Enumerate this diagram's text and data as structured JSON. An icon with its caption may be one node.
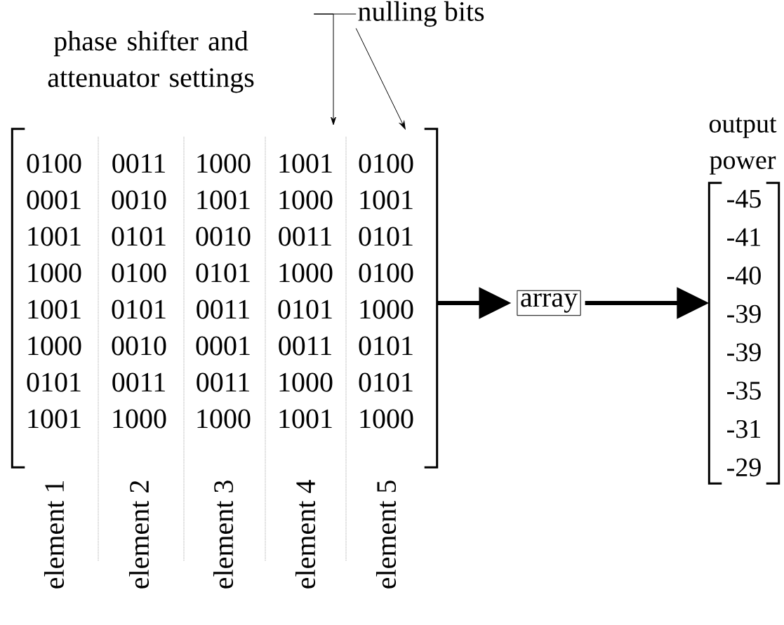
{
  "diagram": {
    "nodes": [
      {
        "text": [
          "phase shifter and attenuator settings"
        ]
      },
      {
        "text": [
          "0100 0001 1001 1000 1001 1000 0101 1001"
        ],
        "in": 0,
        "beside": [
          "element 1"
        ]
      },
      {
        "text": [
          "0011 0010 0101 0100 0101 0010 0011 1000"
        ],
        "in": 0,
        "beside": [
          "element 2"
        ]
      },
      {
        "text": [
          "1000 1001 0010 0101 0011 0001 0011 1000"
        ],
        "in": 0,
        "beside": [
          "element 3"
        ]
      },
      {
        "text": [
          "1001 1000 0011 1000 0101 0011 1000 1001"
        ],
        "in": 0,
        "beside": [
          "element 4"
        ]
      },
      {
        "text": [
          "0100 1001 0101 0100 1000 0101 0101 1000"
        ],
        "in": 0,
        "beside": [
          "element 5"
        ]
      },
      {
        "text": [
          "nulling bits"
        ]
      },
      {
        "text": [
          "array"
        ]
      },
      {
        "text": [
          "output power",
          "-45 -41 -40 -39 -39 -35 -31 -29"
        ]
      }
    ],
    "edges": [
      {
        "from": 6,
        "to": 4,
        "arrow": "to"
      },
      {
        "from": 6,
        "to": 5,
        "arrow": "to"
      },
      {
        "from": 0,
        "to": 7,
        "arrow": "to",
        "style": "thick"
      },
      {
        "from": 7,
        "to": 8,
        "arrow": "to",
        "style": "thick"
      }
    ]
  }
}
